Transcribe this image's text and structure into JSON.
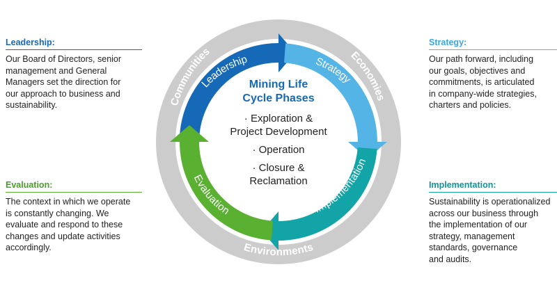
{
  "colors": {
    "leadership": "#1569b7",
    "strategy": "#55b4e6",
    "implementation": "#12a4a6",
    "evaluation": "#5ab031",
    "outer_ring": "#cccccc",
    "center_title": "#1569b7"
  },
  "center": {
    "title_line1": "Mining Life",
    "title_line2": "Cycle Phases",
    "phase1_line1": "· Exploration &",
    "phase1_line2": "Project Development",
    "phase2": "· Operation",
    "phase3_line1": "· Closure &",
    "phase3_line2": "Reclamation"
  },
  "ring": {
    "leadership": "Leadership",
    "strategy": "Strategy",
    "implementation": "Implementation",
    "evaluation": "Evaluation"
  },
  "outer": {
    "communities": "Communities",
    "economies": "Economies",
    "environments": "Environments"
  },
  "panels": {
    "leadership": {
      "title": "Leadership:",
      "text": "Our Board of Directors, senior\nmanagement and General\nManagers set the direction for\nour approach to business and\nsustainability."
    },
    "strategy": {
      "title": "Strategy:",
      "text": "Our path forward, including\nour goals, objectives and\ncommitments, is articulated\nin company-wide strategies,\ncharters and policies."
    },
    "evaluation": {
      "title": "Evaluation:",
      "text": "The context in which we operate\nis constantly changing. We\nevaluate and respond to these\nchanges and update activities\naccordingly."
    },
    "implementation": {
      "title": "Implementation:",
      "text": "Sustainability is operationalized\nacross our business through\nthe implementation of our\nstrategy, management\nstandards, governance\nand audits."
    }
  }
}
